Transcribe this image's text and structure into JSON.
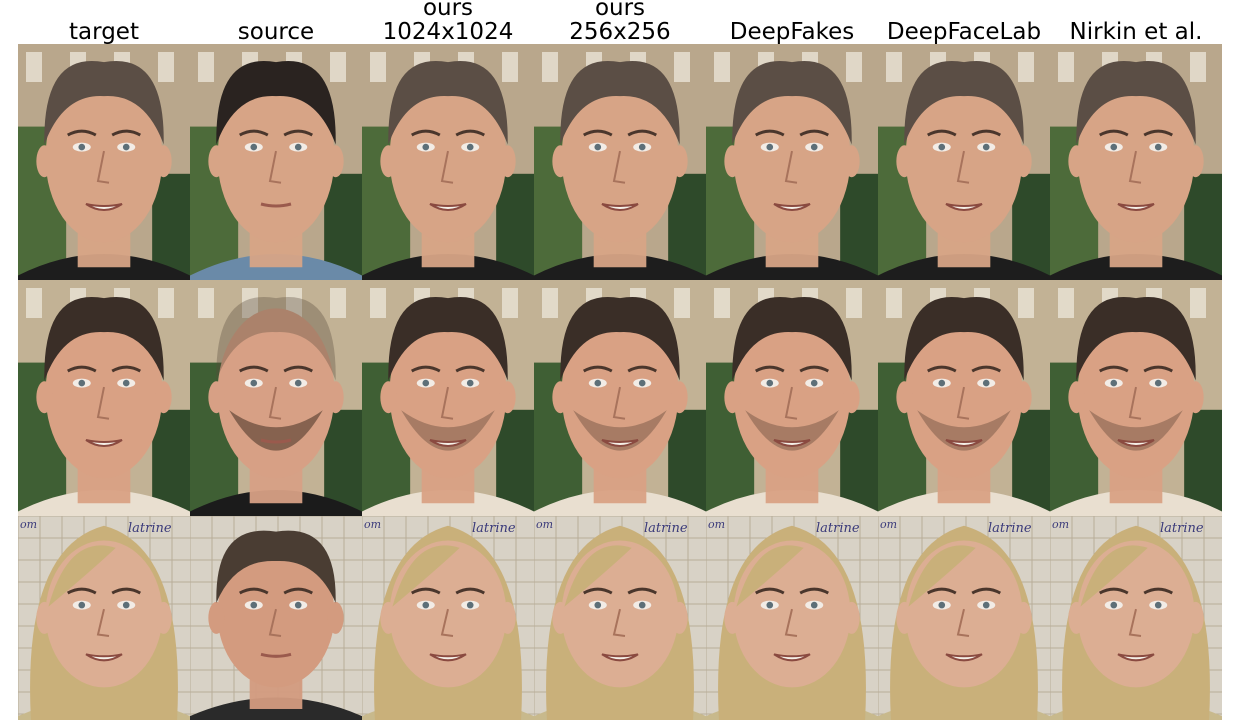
{
  "columns": [
    {
      "key": "target",
      "label": "target"
    },
    {
      "key": "source",
      "label": "source"
    },
    {
      "key": "ours1024",
      "label": "ours\n1024x1024"
    },
    {
      "key": "ours256",
      "label": "ours\n256x256"
    },
    {
      "key": "deepfakes",
      "label": "DeepFakes"
    },
    {
      "key": "deepfacelab",
      "label": "DeepFaceLab"
    },
    {
      "key": "nirkin",
      "label": "Nirkin et al."
    }
  ],
  "rows": [
    {
      "subject": "man-short-hair-street",
      "background": "building-and-hedge",
      "colors": {
        "bg": "#b9a78c",
        "bg2": "#4d6b3a",
        "skin": "#d7a486",
        "hair": "#5b4e45",
        "shirt": "#1d1d1d"
      }
    },
    {
      "subject": "smiling-man-street",
      "background": "building-and-hedge",
      "colors": {
        "bg": "#c2b295",
        "bg2": "#3f5f34",
        "skin": "#d9a184",
        "hair": "#3a2e27",
        "shirt": "#e9dfd0"
      }
    },
    {
      "subject": "blonde-woman-indoor",
      "background": "tiled-wall",
      "colors": {
        "bg": "#d8d2c6",
        "bg2": "#b8ad98",
        "skin": "#dcae93",
        "hair": "#c9b07a",
        "shirt": "#c8b98c"
      }
    }
  ],
  "background_text": {
    "tile_word": "latrine",
    "tile_word_left": "om"
  }
}
